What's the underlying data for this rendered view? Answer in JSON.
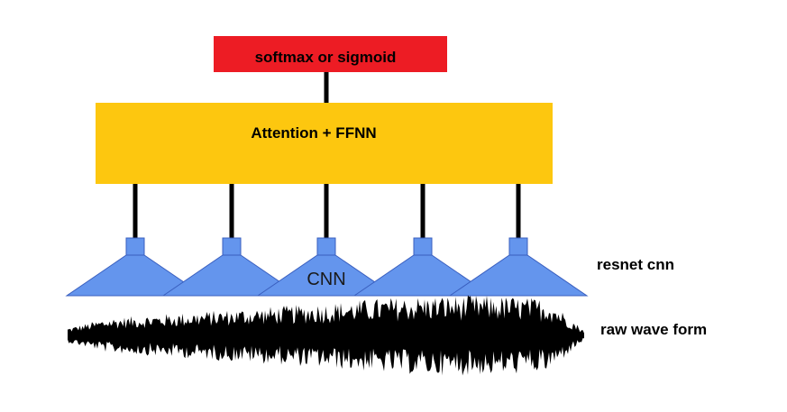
{
  "diagram": {
    "output_layer": {
      "label": "softmax or sigmoid",
      "color": "#ed1c24"
    },
    "attention_layer": {
      "label": "Attention + FFNN",
      "color": "#fdc70f"
    },
    "cnn_blocks": {
      "count": 5,
      "center_label": "CNN",
      "color": "#6495ed",
      "stroke_color": "#3a5fbf"
    },
    "side_labels": {
      "cnn": "resnet cnn",
      "waveform": "raw wave form"
    },
    "waveform": {
      "color": "#000000"
    }
  }
}
